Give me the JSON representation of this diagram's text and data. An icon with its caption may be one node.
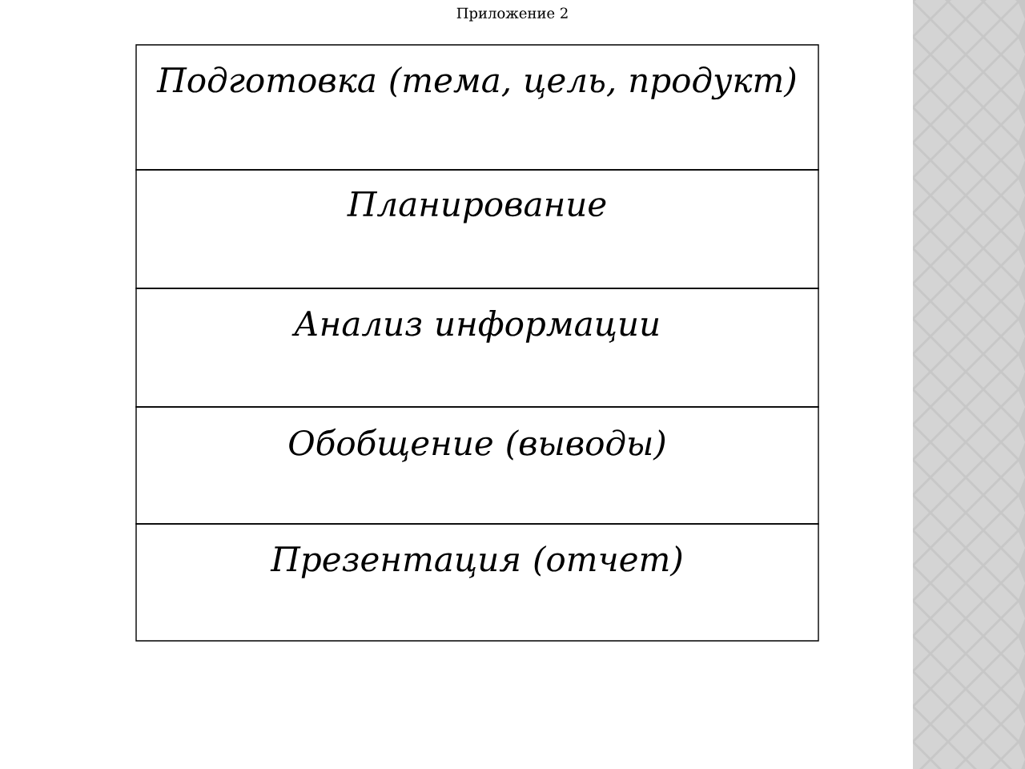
{
  "diagram": {
    "title": "Приложение 2",
    "nodes": [
      {
        "text": [
          "Подготовка (тема, цель, продукт)"
        ]
      },
      {
        "text": [
          "Планирование"
        ]
      },
      {
        "text": [
          "Анализ информации"
        ]
      },
      {
        "text": [
          "Обобщение (выводы)"
        ]
      },
      {
        "text": [
          "Презентация (отчет)"
        ]
      }
    ]
  }
}
